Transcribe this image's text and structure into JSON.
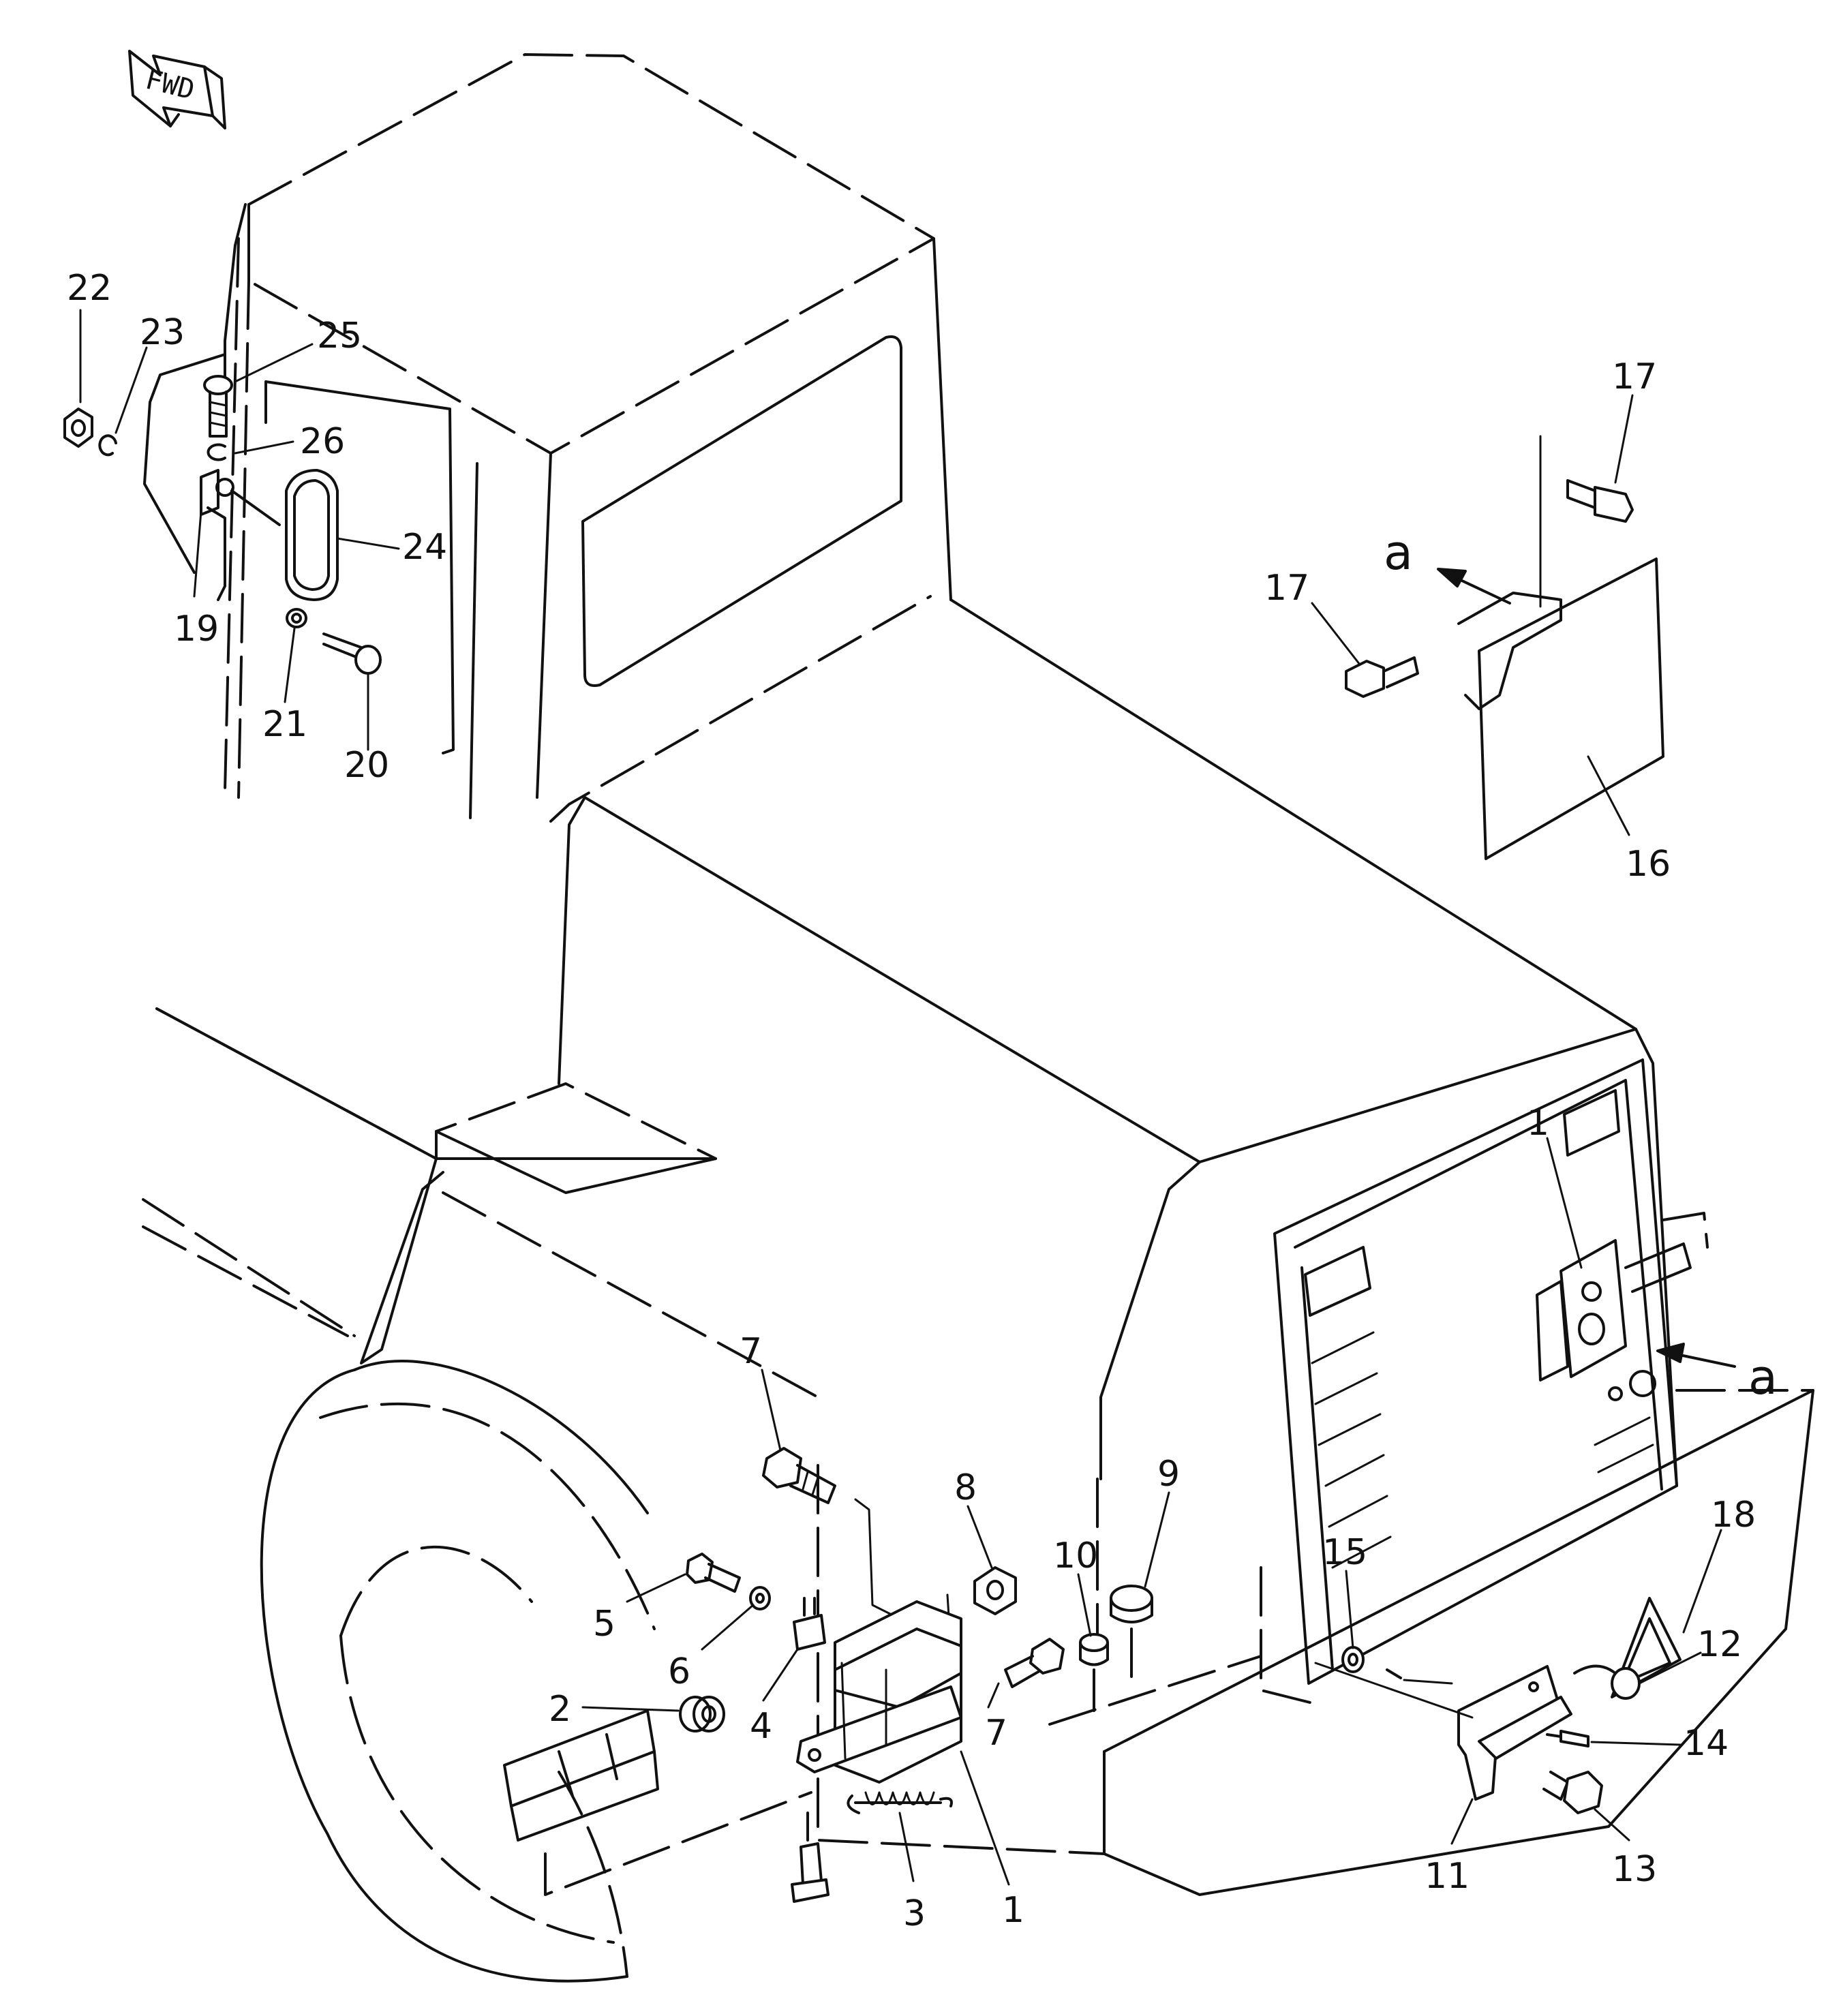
{
  "direction_tag": "FWD",
  "view_marker": "a",
  "callouts": [
    {
      "id": "c22",
      "text": "22"
    },
    {
      "id": "c23",
      "text": "23"
    },
    {
      "id": "c25",
      "text": "25"
    },
    {
      "id": "c26",
      "text": "26"
    },
    {
      "id": "c24",
      "text": "24"
    },
    {
      "id": "c19",
      "text": "19"
    },
    {
      "id": "c21",
      "text": "21"
    },
    {
      "id": "c20",
      "text": "20"
    },
    {
      "id": "c17a",
      "text": "17"
    },
    {
      "id": "c17b",
      "text": "17"
    },
    {
      "id": "c16",
      "text": "16"
    },
    {
      "id": "c1a",
      "text": "1"
    },
    {
      "id": "c7a",
      "text": "7"
    },
    {
      "id": "c8",
      "text": "8"
    },
    {
      "id": "c10",
      "text": "10"
    },
    {
      "id": "c9",
      "text": "9"
    },
    {
      "id": "c15",
      "text": "15"
    },
    {
      "id": "c18",
      "text": "18"
    },
    {
      "id": "c5",
      "text": "5"
    },
    {
      "id": "c6",
      "text": "6"
    },
    {
      "id": "c2",
      "text": "2"
    },
    {
      "id": "c4",
      "text": "4"
    },
    {
      "id": "c7b",
      "text": "7"
    },
    {
      "id": "c12",
      "text": "12"
    },
    {
      "id": "c14",
      "text": "14"
    },
    {
      "id": "c11",
      "text": "11"
    },
    {
      "id": "c13",
      "text": "13"
    },
    {
      "id": "c3",
      "text": "3"
    },
    {
      "id": "c1b",
      "text": "1"
    }
  ]
}
